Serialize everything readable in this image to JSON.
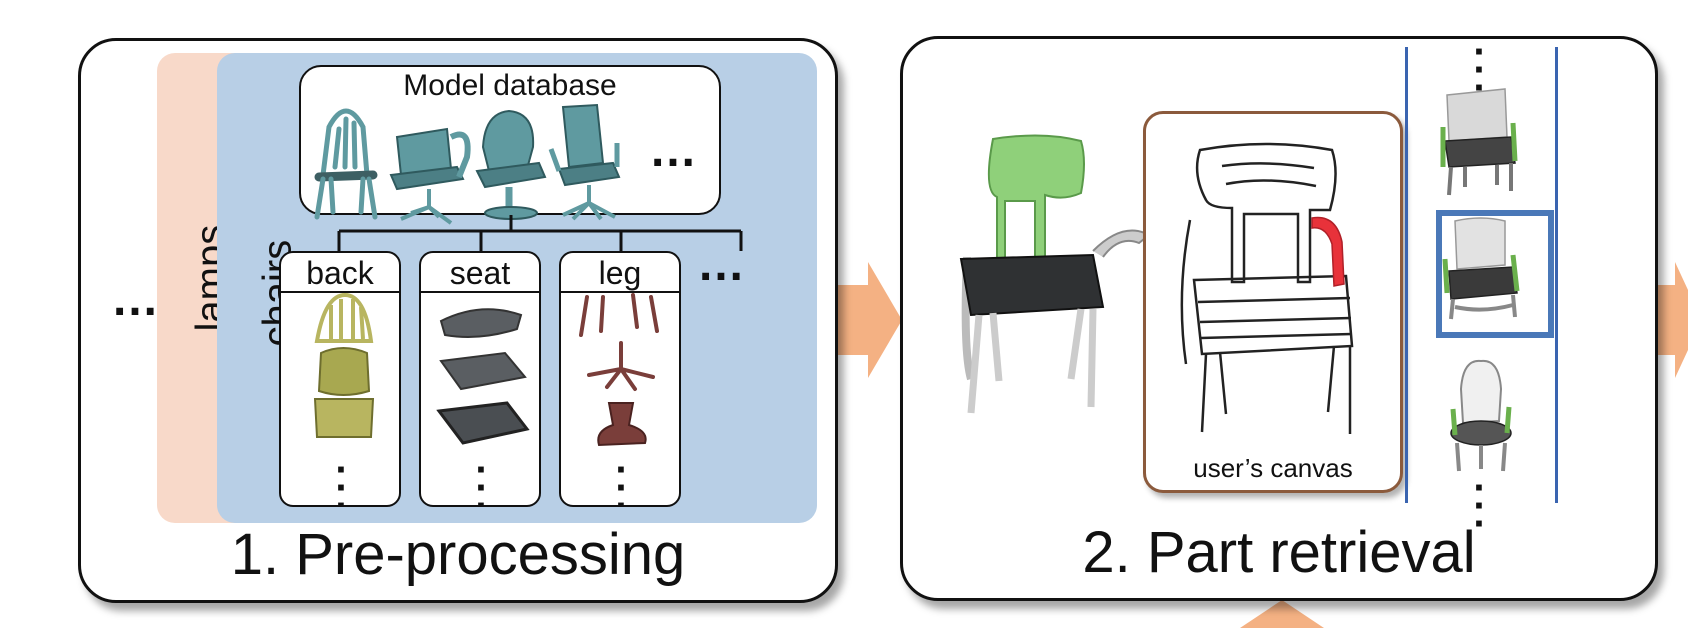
{
  "panels": {
    "preprocessing": {
      "title": "1. Pre-processing",
      "left_ellipsis": "…",
      "categories": {
        "lamps": "lamps",
        "chairs": "chairs"
      },
      "model_database": {
        "title": "Model database",
        "ellipsis": "…"
      },
      "parts": [
        {
          "label": "back"
        },
        {
          "label": "seat"
        },
        {
          "label": "leg"
        }
      ],
      "parts_ellipsis": "…"
    },
    "part_retrieval": {
      "title": "2. Part retrieval",
      "canvas_label": "user’s canvas"
    }
  },
  "colors": {
    "lamps_layer": "#f8d9c9",
    "chairs_layer": "#b8cfe6",
    "arrow": "#f4b183",
    "highlight_green": "#8fd07a",
    "stroke_red": "#e8323a",
    "selection_blue": "#4a78b8",
    "canvas_border": "#8b5a3c",
    "part_back_color": "#b8b560",
    "part_seat_color": "#5a5e62",
    "part_leg_color": "#7a3e3a",
    "db_chair_color": "#5f9aa0"
  }
}
